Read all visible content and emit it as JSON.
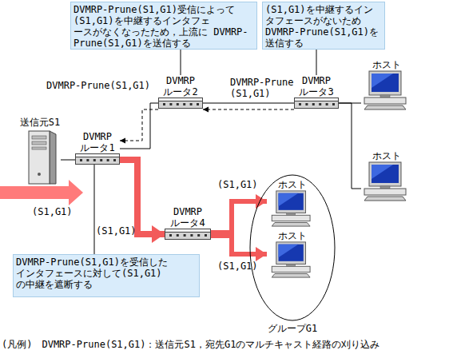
{
  "diagram": {
    "nodes": [
      {
        "text": [
          "DVMRP-Prune(S1,G1)受信によって (S1,G1)を中継するインタフェ ースがなくなったため，上流に DVMRP-Prune(S1,G1)を送信する"
        ]
      },
      {
        "text": [
          "(S1,G1)を中継するイン タフェースがないため DVMRP-Prune(S1,G1)を 送信する"
        ]
      },
      {
        "text": [
          "DVMRP ルータ2"
        ]
      },
      {
        "text": [
          "DVMRP ルータ3"
        ]
      },
      {
        "text": [
          "送信元S1"
        ]
      },
      {
        "text": [
          "DVMRP ルータ1"
        ]
      },
      {
        "text": [
          "ホスト"
        ]
      },
      {
        "text": [
          "ホスト"
        ]
      },
      {
        "text": [
          "グループG1"
        ]
      },
      {
        "text": [
          "ホスト"
        ],
        "in": 8
      },
      {
        "text": [
          "ホスト"
        ],
        "in": 8
      },
      {
        "text": [
          "DVMRP ルータ4"
        ]
      },
      {
        "text": [
          "DVMRP-Prune(S1,G1)を受信した インタフェースに対して(S1,G1) の中継を遮断する"
        ]
      }
    ],
    "edges": [
      {
        "from": 3,
        "to": 2,
        "arrow": "to",
        "label": "DVMRP-Prune (S1,G1)"
      },
      {
        "from": 2,
        "to": 5,
        "arrow": "to",
        "label": "DVMRP-Prune(S1,G1)"
      },
      {
        "from": 4,
        "to": 5,
        "arrow": "none"
      },
      {
        "from": 3,
        "to": 6,
        "arrow": "none"
      },
      {
        "from": 3,
        "to": 7,
        "arrow": "none"
      },
      {
        "from": 5,
        "to": 11,
        "arrow": "to",
        "label": "(S1,G1)"
      },
      {
        "from": 11,
        "to": 9,
        "arrow": "to",
        "label": "(S1,G1)"
      },
      {
        "from": 11,
        "to": 10,
        "arrow": "to",
        "label": "(S1,G1)"
      }
    ],
    "labels": [
      "(S1,G1)",
      "(凡例)　DVMRP-Prune(S1,G1)：送信元S1，宛先G1のマルチキャスト経路の刈り込み"
    ]
  }
}
